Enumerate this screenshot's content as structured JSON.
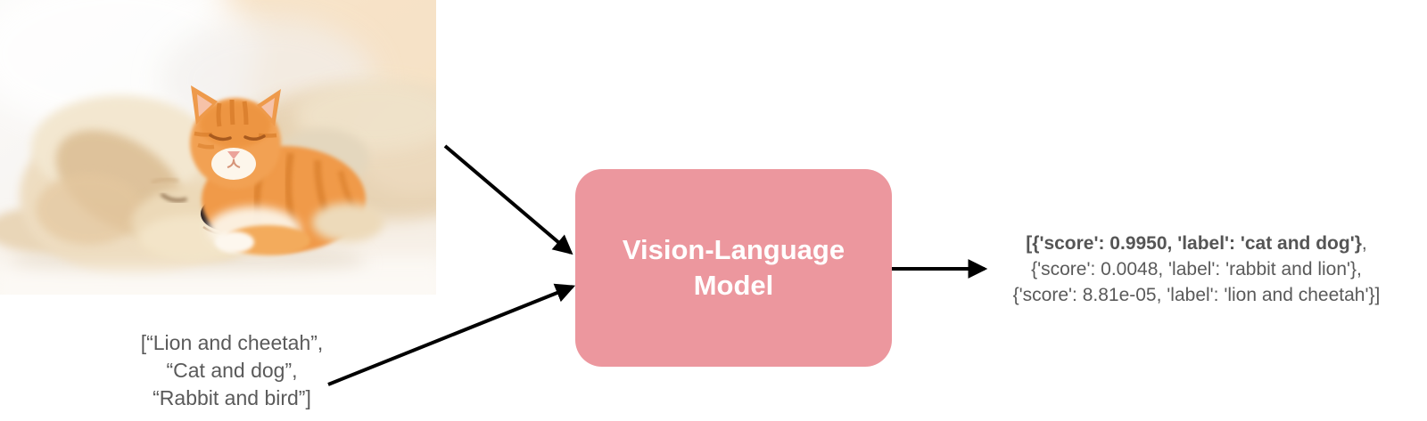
{
  "diagram": {
    "photo": {
      "description": "Photo of a sleeping cream-colored puppy with an orange tabby kitten resting on its head, lying on a white blanket"
    },
    "prompt": {
      "lines": [
        "[“Lion and cheetah”,",
        "“Cat and dog”,",
        "“Rabbit and bird”]"
      ]
    },
    "model_box": {
      "label_line1": "Vision-Language",
      "label_line2": "Model"
    },
    "output": {
      "line1_bold": "[{'score': 0.9950, 'label': 'cat and dog'}",
      "line1_tail": ",",
      "line2": "{'score': 0.0048, 'label': 'rabbit and lion'},",
      "line3": "{'score': 8.81e-05, 'label': 'lion and cheetah'}]"
    },
    "colors": {
      "box_pink": "#EC979E",
      "box_text": "#FFFFFF",
      "text_gray": "#5A5A5A",
      "arrow_black": "#000000"
    }
  }
}
